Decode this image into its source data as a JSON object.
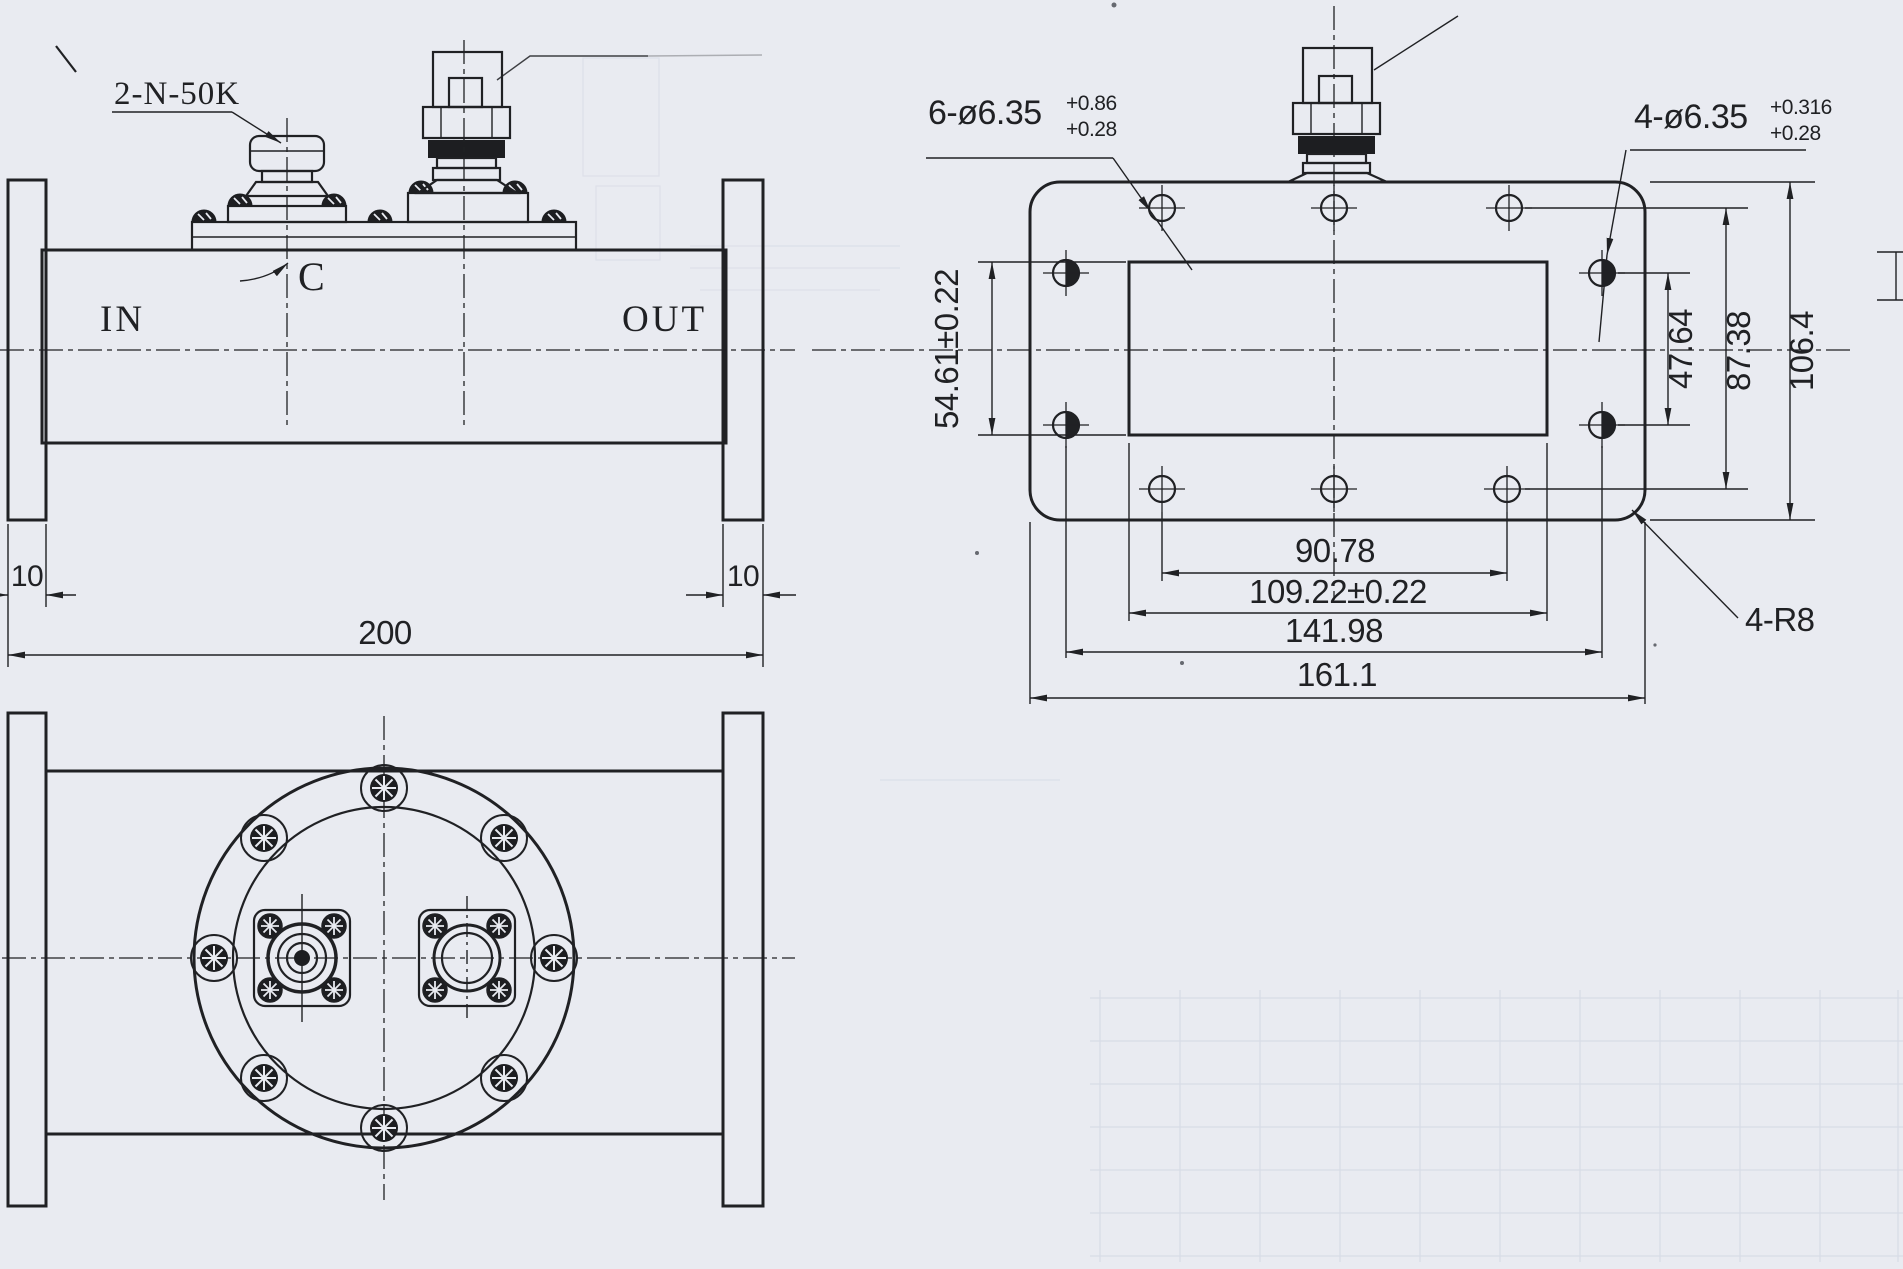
{
  "page": {
    "paper_color": "#e9ebf1",
    "ink_color": "#202124"
  },
  "side_view": {
    "connector_callout": "2-N-50K",
    "section_label": "C",
    "port_in": "IN",
    "port_out": "OUT",
    "dim_flange_left": "10",
    "dim_flange_right": "10",
    "dim_length": "200"
  },
  "top_view": {
    "callout_6holes": {
      "main": "6-ø6.35",
      "tol_upper": "+0.86",
      "tol_lower": "+0.28"
    },
    "callout_4holes": {
      "main": "4-ø6.35",
      "tol_upper": "+0.316",
      "tol_lower": "+0.28"
    },
    "dim_aperture_height": "54.61±0.22",
    "dim_hole_pair_vertical": "47.64",
    "dim_hole_rows_vertical": "87.38",
    "dim_plate_height": "106.4",
    "dim_hole_row_width": "90.78",
    "dim_aperture_width": "109.22±0.22",
    "dim_hole_pair_width": "141.98",
    "dim_plate_width": "161.1",
    "corner_radius_callout": "4-R8"
  }
}
